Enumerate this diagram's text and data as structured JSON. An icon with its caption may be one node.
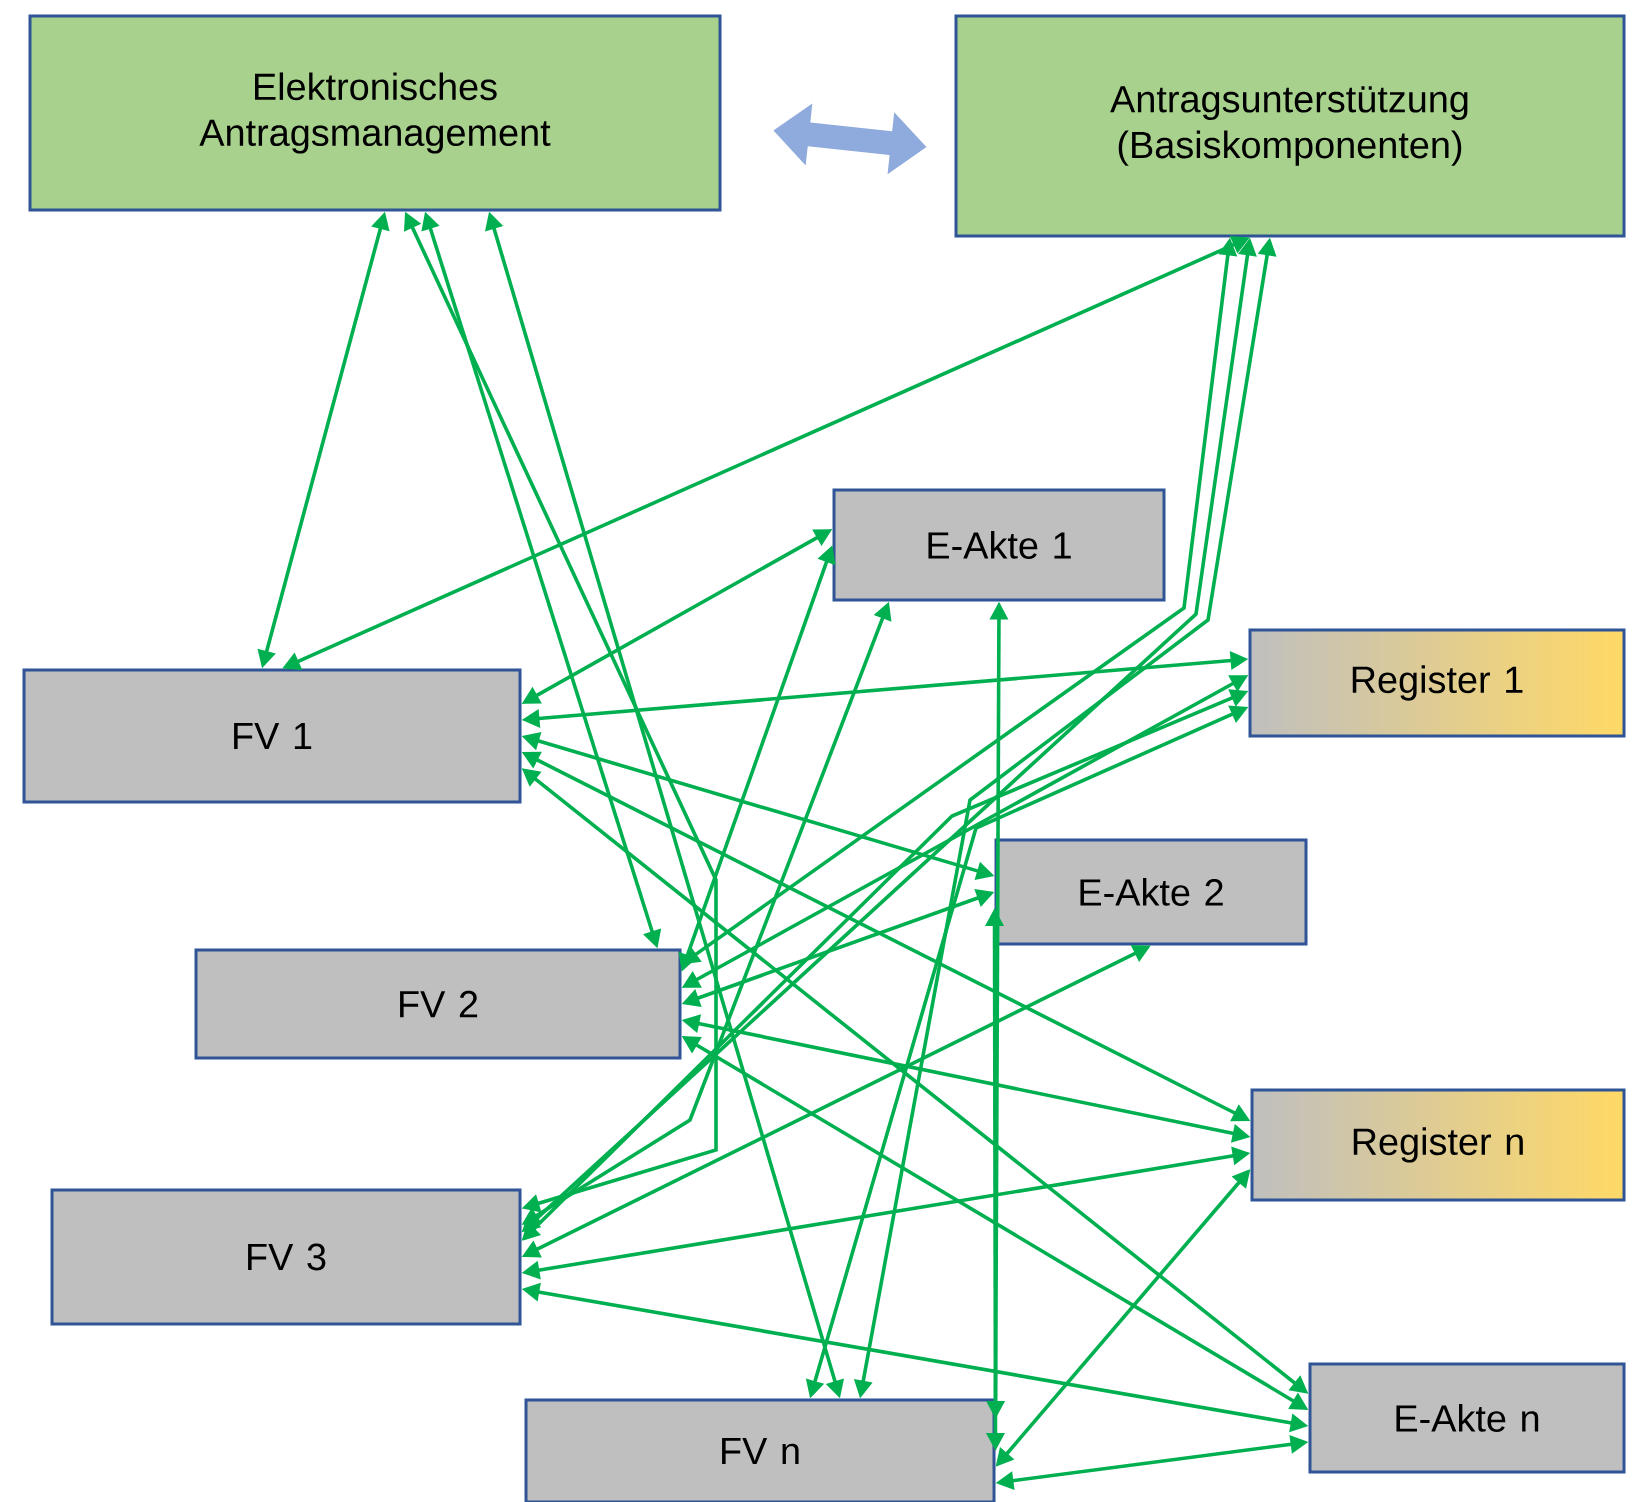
{
  "diagram": {
    "nodes": [
      {
        "text": [
          "Elektronisches Antragsmanagement"
        ]
      },
      {
        "text": [
          "Antragsunterstützung (Basiskomponenten)"
        ]
      },
      {
        "text": [
          "E-Akte 1"
        ]
      },
      {
        "text": [
          "Register 1"
        ]
      },
      {
        "text": [
          "FV 1"
        ]
      },
      {
        "text": [
          "E-Akte 2"
        ]
      },
      {
        "text": [
          "FV 2"
        ]
      },
      {
        "text": [
          "Register n"
        ]
      },
      {
        "text": [
          "FV 3"
        ]
      },
      {
        "text": [
          "FV n"
        ]
      },
      {
        "text": [
          "E-Akte n"
        ]
      }
    ],
    "edges": [
      {
        "from": 0,
        "to": 1,
        "arrow": "both",
        "style": "thick",
        "color": "#8faadc"
      },
      {
        "from": 4,
        "to": 0,
        "arrow": "both"
      },
      {
        "from": 6,
        "to": 0,
        "arrow": "both"
      },
      {
        "from": 8,
        "to": 0,
        "arrow": "both"
      },
      {
        "from": 9,
        "to": 0,
        "arrow": "both"
      },
      {
        "from": 4,
        "to": 1,
        "arrow": "both"
      },
      {
        "from": 6,
        "to": 1,
        "arrow": "both"
      },
      {
        "from": 8,
        "to": 1,
        "arrow": "both"
      },
      {
        "from": 9,
        "to": 1,
        "arrow": "both"
      },
      {
        "from": 4,
        "to": 2,
        "arrow": "both"
      },
      {
        "from": 6,
        "to": 2,
        "arrow": "both"
      },
      {
        "from": 8,
        "to": 2,
        "arrow": "both"
      },
      {
        "from": 9,
        "to": 2,
        "arrow": "both"
      },
      {
        "from": 4,
        "to": 3,
        "arrow": "both"
      },
      {
        "from": 6,
        "to": 3,
        "arrow": "both"
      },
      {
        "from": 8,
        "to": 3,
        "arrow": "both"
      },
      {
        "from": 9,
        "to": 3,
        "arrow": "both"
      },
      {
        "from": 4,
        "to": 5,
        "arrow": "both"
      },
      {
        "from": 6,
        "to": 5,
        "arrow": "both"
      },
      {
        "from": 8,
        "to": 5,
        "arrow": "both"
      },
      {
        "from": 9,
        "to": 5,
        "arrow": "both"
      },
      {
        "from": 4,
        "to": 7,
        "arrow": "both"
      },
      {
        "from": 6,
        "to": 7,
        "arrow": "both"
      },
      {
        "from": 8,
        "to": 7,
        "arrow": "both"
      },
      {
        "from": 9,
        "to": 7,
        "arrow": "both"
      },
      {
        "from": 4,
        "to": 10,
        "arrow": "both"
      },
      {
        "from": 6,
        "to": 10,
        "arrow": "both"
      },
      {
        "from": 8,
        "to": 10,
        "arrow": "both"
      },
      {
        "from": 9,
        "to": 10,
        "arrow": "both"
      }
    ]
  }
}
